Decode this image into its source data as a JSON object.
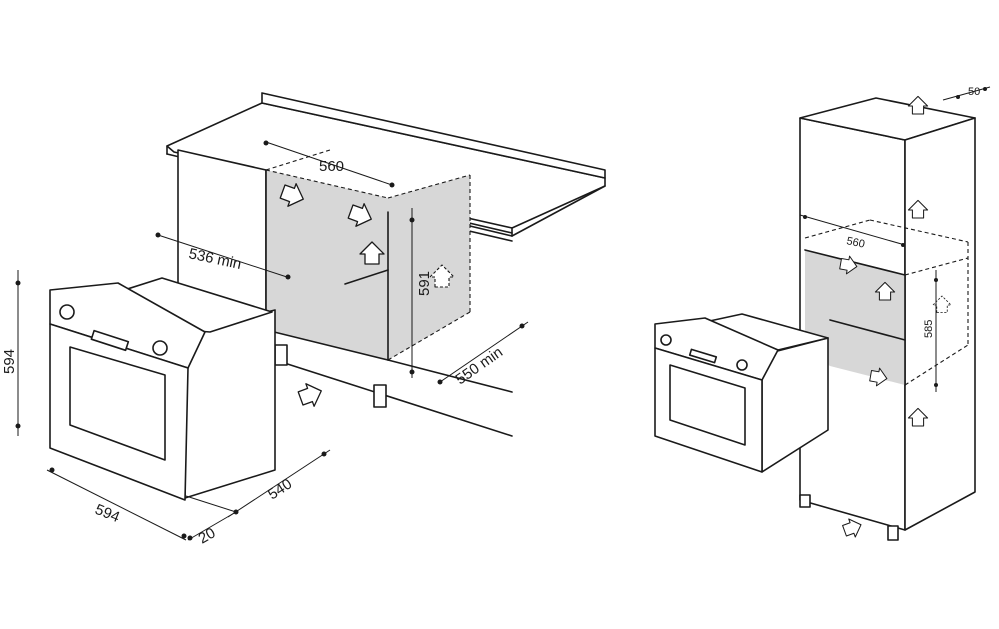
{
  "under_counter": {
    "dimensions": {
      "niche_width": "560",
      "depth_min": "536 min",
      "niche_height": "591",
      "rear_depth_min": "550 min",
      "oven_height": "594",
      "oven_width": "594",
      "oven_depth": "540",
      "front_panel": "20"
    }
  },
  "tall_column": {
    "dimensions": {
      "rear_gap": "50",
      "niche_width": "560",
      "niche_height": "585"
    }
  },
  "colors": {
    "line": "#1a1a1a",
    "cavity": "#d7d7d7",
    "background": "#ffffff"
  }
}
